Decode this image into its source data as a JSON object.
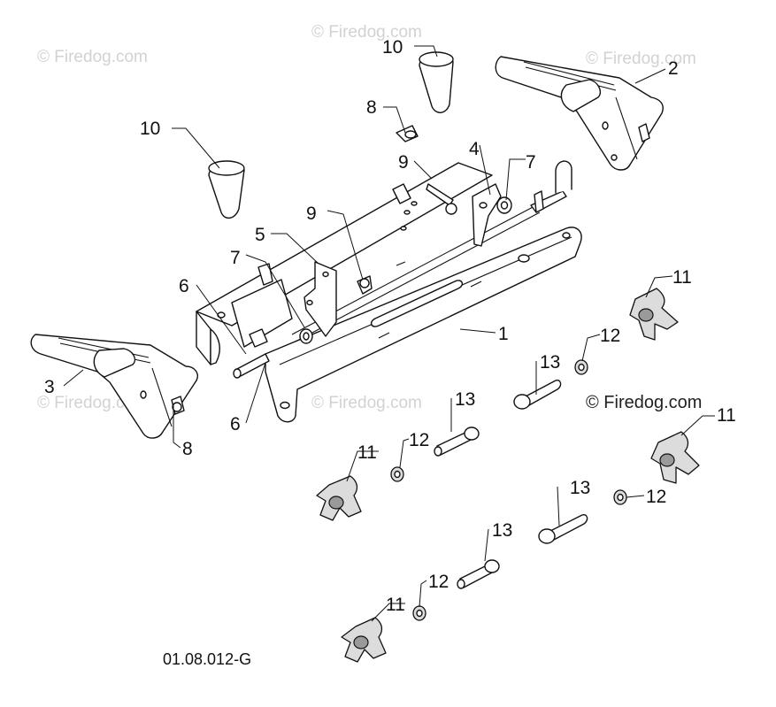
{
  "diagram": {
    "figure_code": "01.08.012-G",
    "watermark": {
      "faint_text": "© Firedog.com",
      "strong_text": "© Firedog.com"
    },
    "callouts": {
      "c1": "1",
      "c2": "2",
      "c3": "3",
      "c4": "4",
      "c5": "5",
      "c6a": "6",
      "c6b": "6",
      "c7a": "7",
      "c7b": "7",
      "c8a": "8",
      "c8b": "8",
      "c9a": "9",
      "c9b": "9",
      "c10a": "10",
      "c10b": "10",
      "c11a": "11",
      "c11b": "11",
      "c11c": "11",
      "c11d": "11",
      "c12a": "12",
      "c12b": "12",
      "c12c": "12",
      "c12d": "12",
      "c13a": "13",
      "c13b": "13",
      "c13c": "13",
      "c13d": "13"
    }
  }
}
